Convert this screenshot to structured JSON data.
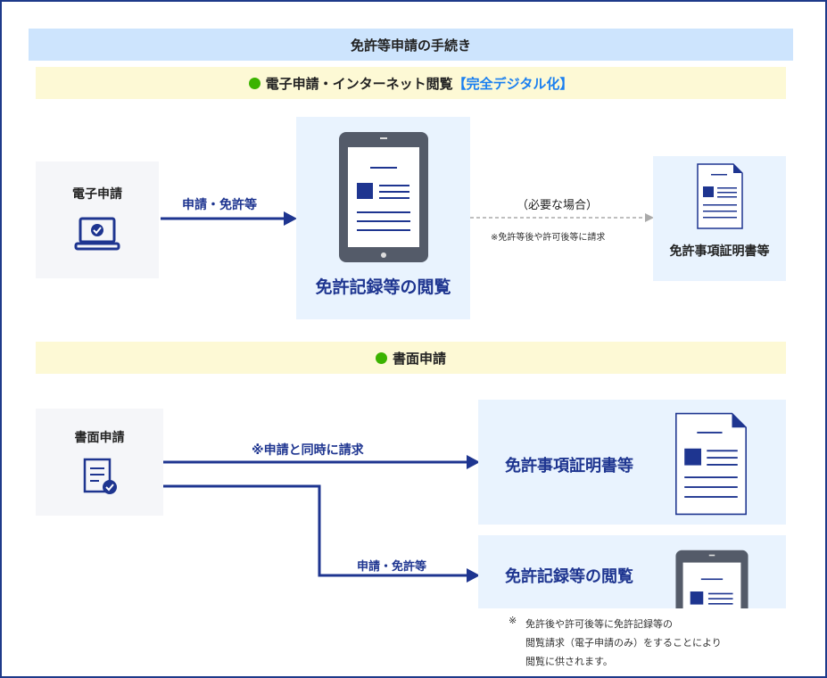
{
  "title": "免許等申請の手続き",
  "section1": {
    "label": "電子申請・インターネット閲覧",
    "highlight": "【完全デジタル化】",
    "source": "電子申請",
    "arrow_label": "申請・免許等",
    "center": "免許記録等の閲覧",
    "optional_label": "（必要な場合）",
    "optional_note": "※免許等後や許可後等に請求",
    "target": "免許事項証明書等"
  },
  "section2": {
    "label": "書面申請",
    "source": "書面申請",
    "arrow1_label": "※申請と同時に請求",
    "target1": "免許事項証明書等",
    "arrow2_label": "申請・免許等",
    "target2": "免許記録等の閲覧",
    "note_mark": "※",
    "note_lines": [
      "免許後や許可後等に免許記録等の",
      "閲覧請求（電子申請のみ）をすることにより",
      "閲覧に供されます。"
    ]
  },
  "colors": {
    "navy": "#1e3590",
    "green": "#3bb300",
    "accent": "#1a7ff0"
  }
}
